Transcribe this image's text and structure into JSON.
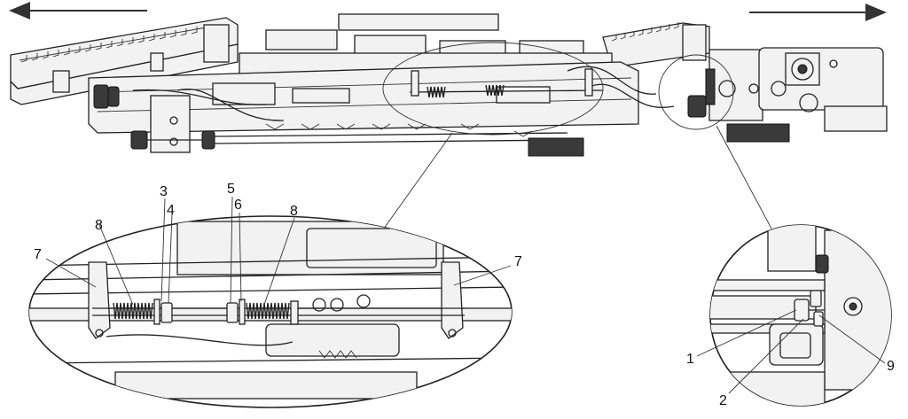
{
  "direction_arrows": {
    "left": "left-arrow-icon",
    "right": "right-arrow-icon"
  },
  "callouts": {
    "c1": "1",
    "c2": "2",
    "c3": "3",
    "c4": "4",
    "c5": "5",
    "c6": "6",
    "c7_left": "7",
    "c7_right": "7",
    "c8_left": "8",
    "c8_right": "8",
    "c9": "9"
  },
  "colors": {
    "line": "#222222",
    "fill_light": "#f2f2f2",
    "fill_dark": "#3a3a3a"
  }
}
